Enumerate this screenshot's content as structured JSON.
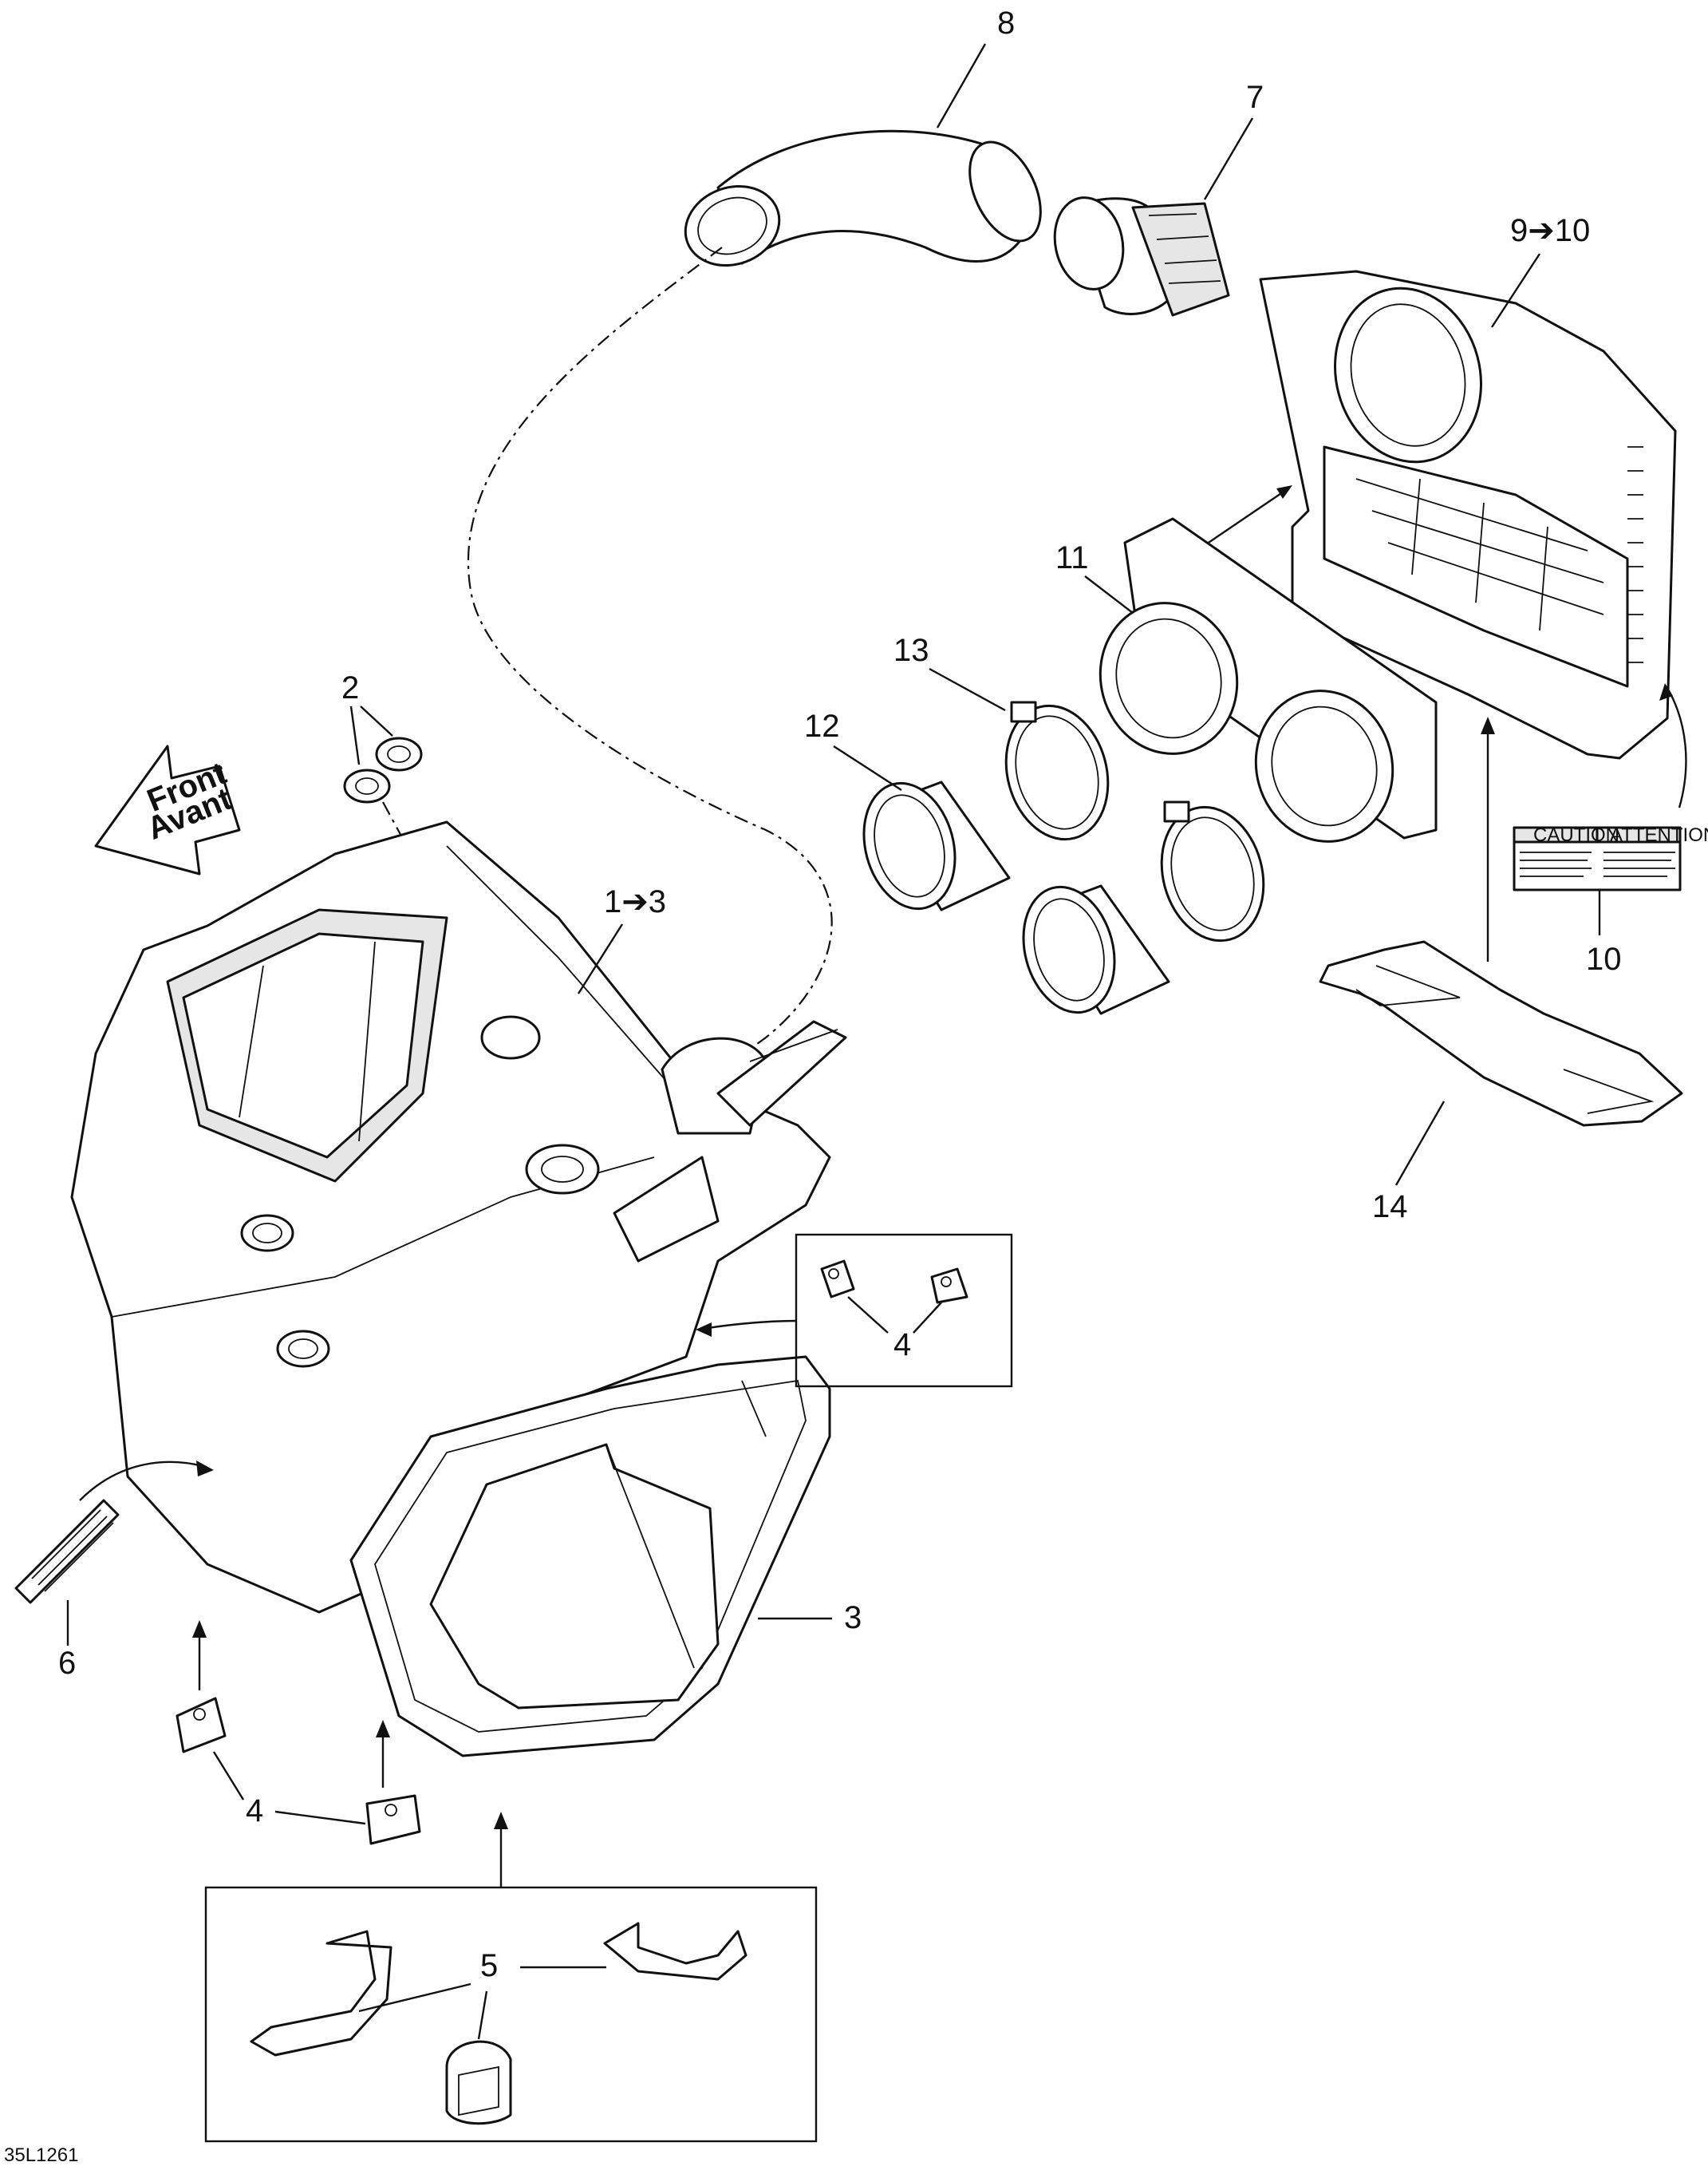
{
  "labels": {
    "l8": "8",
    "l7": "7",
    "l9_10": "9➔10",
    "l11": "11",
    "l13": "13",
    "l12": "12",
    "l2": "2",
    "l1_3": "1➔3",
    "l10": "10",
    "l14": "14",
    "l4_right": "4",
    "l3": "3",
    "l6": "6",
    "l4_bottom": "4",
    "l5": "5"
  },
  "front_arrow": {
    "line1": "Front",
    "line2": "Avant"
  },
  "decal": {
    "caution": "CAUTION",
    "attention": "ATTENTION"
  },
  "ref_code": "35L1261",
  "colors": {
    "ink": "#111111",
    "fill": "#ffffff",
    "shade": "#e6e6e6"
  }
}
